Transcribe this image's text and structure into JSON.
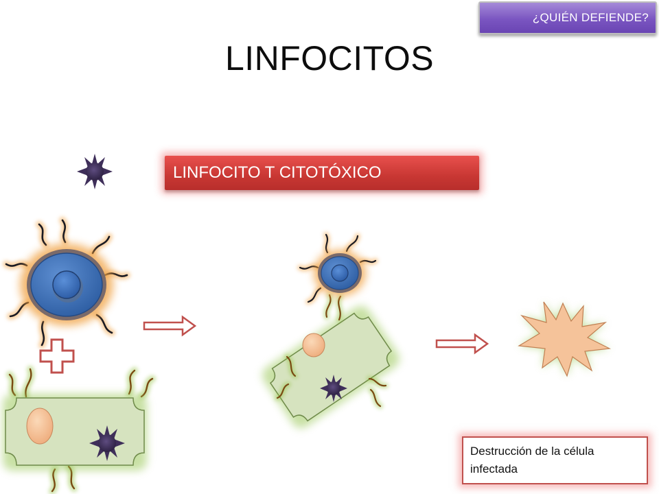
{
  "nav": {
    "button_label": "¿QUIÉN DEFIENDE?"
  },
  "slide": {
    "title": "LINFOCITOS",
    "cell_label": "LINFOCITO T CITOTÓXICO",
    "result_note": "Destrucción de la célula infectada"
  },
  "colors": {
    "nav_button": "#7a55c1",
    "label_box": "#c83733",
    "lymphocyte_cell": "#3a6cb5",
    "lymphocyte_halo": "#7a6a6a",
    "infected_cell": "#d6e3bf",
    "nucleus": "#f5c39a",
    "antigen": "#3f2f5a",
    "arrow": "#c0504d",
    "destroyed_cell": "#f5c39a"
  },
  "icons": [
    "antigen-icon",
    "plus-icon",
    "arrow-right-icon",
    "cytotoxic-t-cell-icon",
    "infected-cell-icon",
    "destroyed-cell-icon"
  ]
}
